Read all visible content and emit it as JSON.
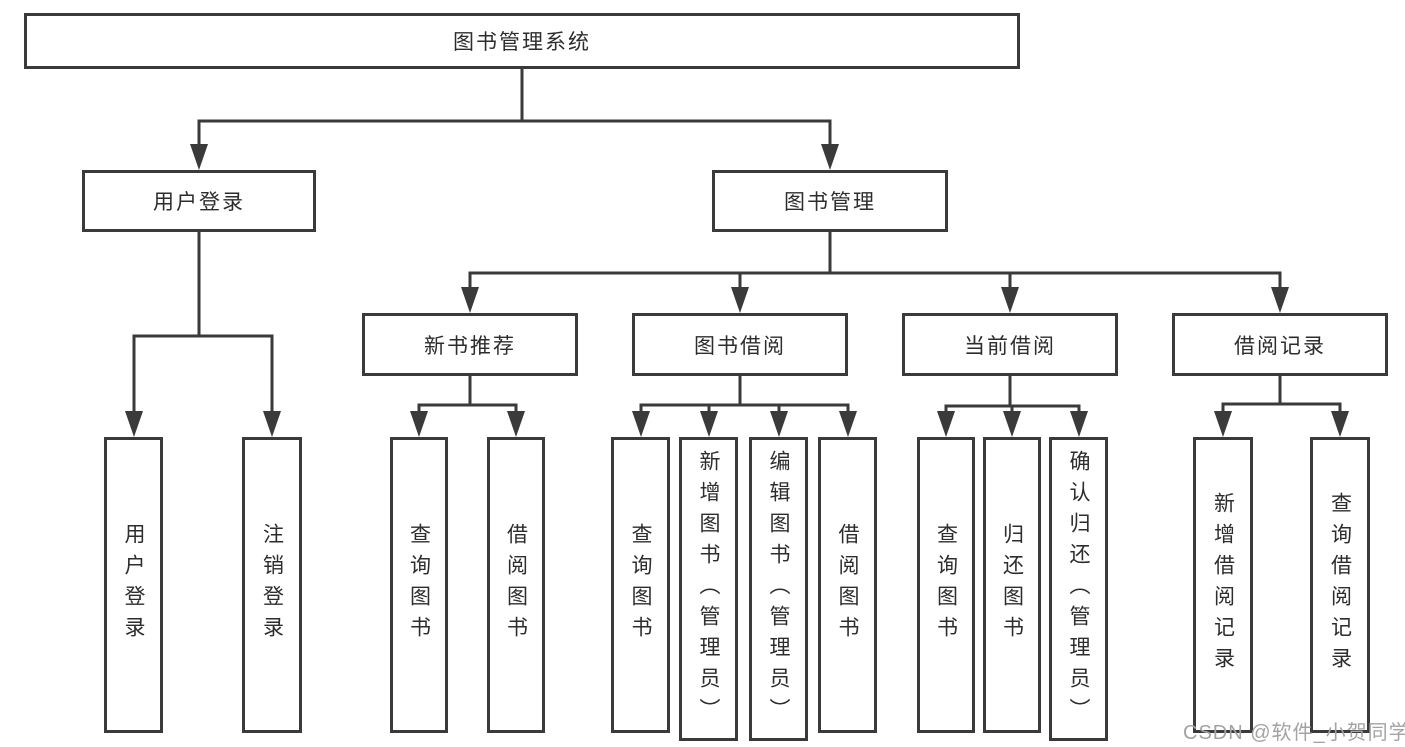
{
  "root": {
    "label": "图书管理系统"
  },
  "level2": {
    "user_login": {
      "label": "用户登录"
    },
    "book_management": {
      "label": "图书管理"
    }
  },
  "level3": {
    "new_book_recommendation": {
      "label": "新书推荐"
    },
    "book_borrowing": {
      "label": "图书借阅"
    },
    "current_borrowing": {
      "label": "当前借阅"
    },
    "borrowing_records": {
      "label": "借阅记录"
    }
  },
  "leaves": {
    "login_user_login": {
      "label": "用户登录"
    },
    "login_logout": {
      "label": "注销登录"
    },
    "recommend_query_books": {
      "label": "查询图书"
    },
    "recommend_borrow_books": {
      "label": "借阅图书"
    },
    "borrowing_query_books": {
      "label": "查询图书"
    },
    "borrowing_add_books": {
      "label": "新增图书（管理员）"
    },
    "borrowing_edit_books": {
      "label": "编辑图书（管理员）"
    },
    "borrowing_borrow_books": {
      "label": "借阅图书"
    },
    "current_query_books": {
      "label": "查询图书"
    },
    "current_return_books": {
      "label": "归还图书"
    },
    "current_confirm_return": {
      "label": "确认归还（管理员）"
    },
    "records_add_record": {
      "label": "新增借阅记录"
    },
    "records_query_record": {
      "label": "查询借阅记录"
    }
  },
  "watermark": {
    "text": "CSDN @软件_小贺同学"
  },
  "colors": {
    "line": "#3a3a3a",
    "border": "#3a3a3a",
    "text": "#2d2d2d",
    "background": "#ffffff",
    "watermark": "#a3a3a3"
  }
}
